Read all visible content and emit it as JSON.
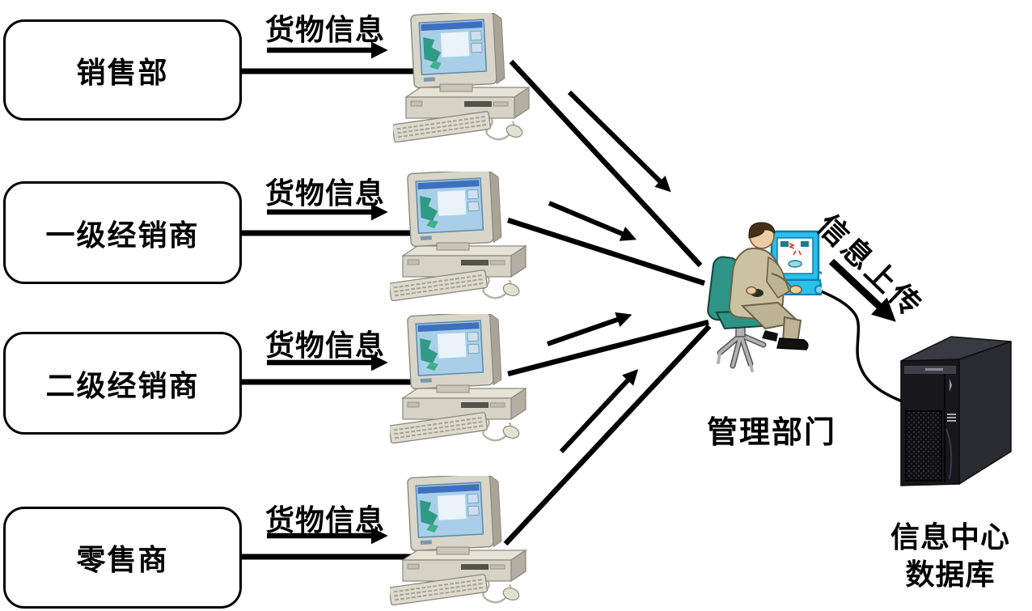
{
  "diagram_type": "information-flow",
  "sources": [
    {
      "id": "sales-dept",
      "label": "销售部",
      "flow_label": "货物信息"
    },
    {
      "id": "tier1-distributor",
      "label": "一级经销商",
      "flow_label": "货物信息"
    },
    {
      "id": "tier2-distributor",
      "label": "二级经销商",
      "flow_label": "货物信息"
    },
    {
      "id": "retailer",
      "label": "零售商",
      "flow_label": "货物信息"
    }
  ],
  "terminal": {
    "icon": "desktop-pc-icon",
    "count": 4
  },
  "manager": {
    "label": "管理部门",
    "icon": "operator-at-computer-icon"
  },
  "upload": {
    "label": "信息上传"
  },
  "database": {
    "line1": "信息中心",
    "line2": "数据库",
    "icon": "server-tower-icon"
  },
  "edges": [
    {
      "from": "销售部",
      "to": "管理部门",
      "label": "货物信息",
      "via": "desktop-pc"
    },
    {
      "from": "一级经销商",
      "to": "管理部门",
      "label": "货物信息",
      "via": "desktop-pc"
    },
    {
      "from": "二级经销商",
      "to": "管理部门",
      "label": "货物信息",
      "via": "desktop-pc"
    },
    {
      "from": "零售商",
      "to": "管理部门",
      "label": "货物信息",
      "via": "desktop-pc"
    },
    {
      "from": "管理部门",
      "to": "信息中心数据库",
      "label": "信息上传"
    }
  ],
  "colors": {
    "arrow": "#000000",
    "box_border": "#000000",
    "background": "#ffffff",
    "chair_teal": "#2E9486",
    "suit_khaki": "#CBC2A2",
    "monitor_cyan": "#2BBFE9",
    "pc_beige": "#D9D6C9",
    "pc_screen_blue": "#A9CFE8",
    "server_black": "#17171C"
  }
}
